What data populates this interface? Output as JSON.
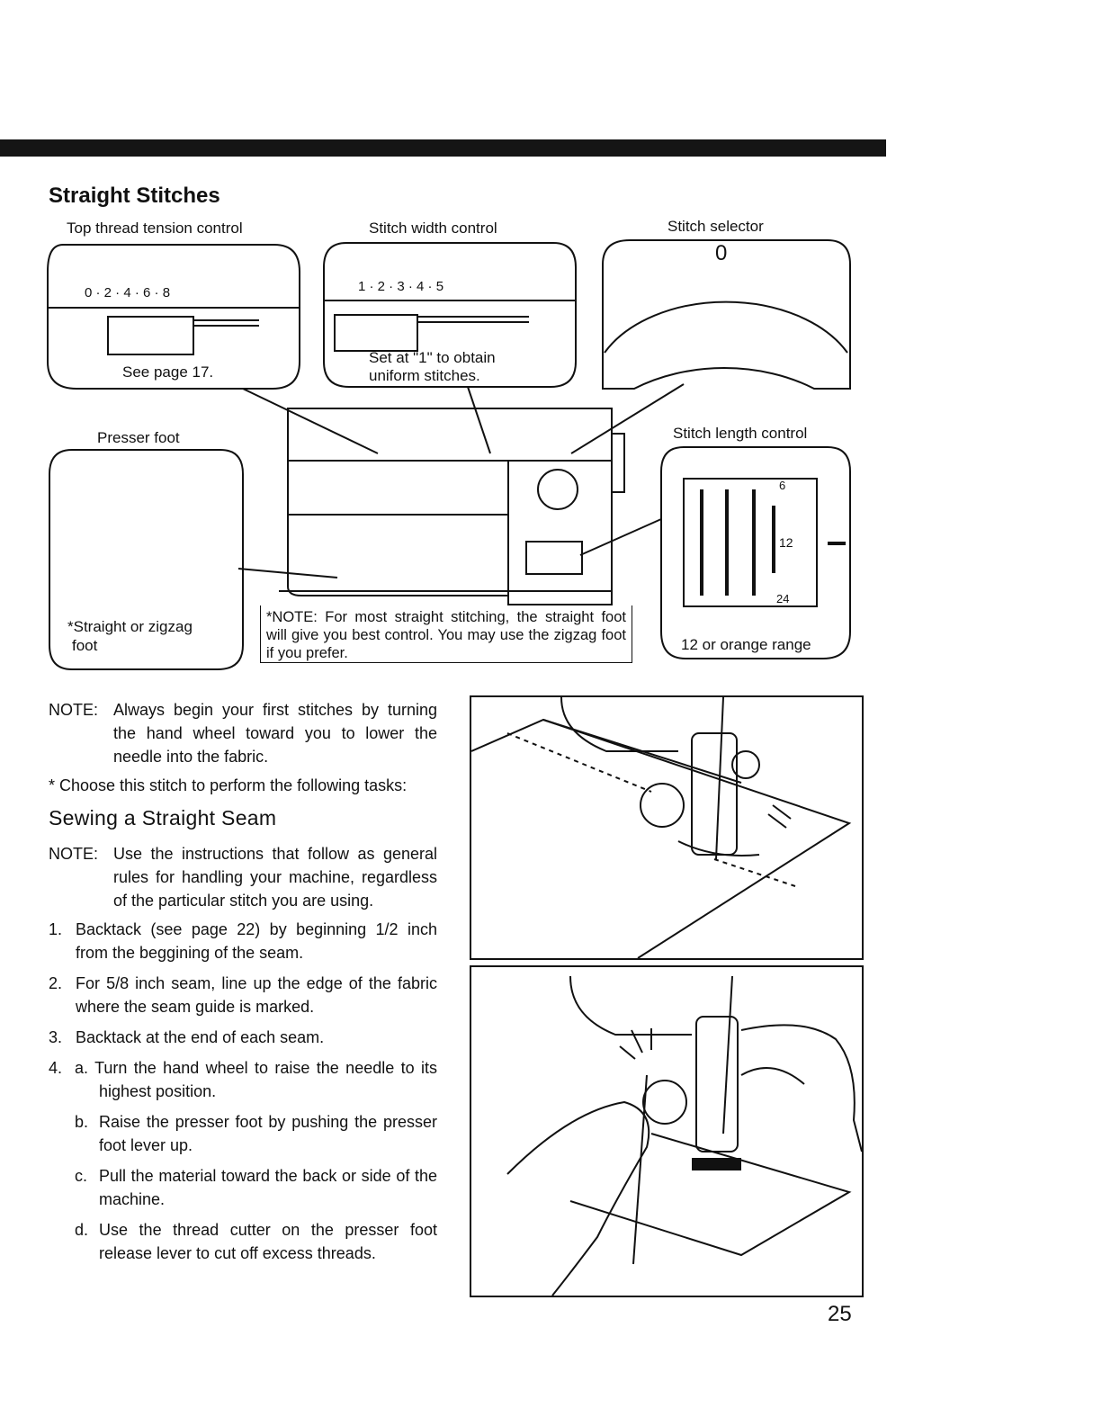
{
  "section_title": "Straight Stitches",
  "labels": {
    "tension": "Top thread tension control",
    "tension_scale": "0 · 2 · 4 · 6 · 8",
    "tension_note": "See page 17.",
    "width": "Stitch width control",
    "width_scale": "1 · 2 · 3 · 4 · 5",
    "width_note_1": "Set at \"1\" to obtain",
    "width_note_2": "uniform stitches.",
    "selector": "Stitch selector",
    "selector_mark": "0",
    "presser": "Presser foot",
    "presser_note_1": "*Straight or zigzag",
    "presser_note_2": "foot",
    "length": "Stitch length control",
    "length_n6": "6",
    "length_n12": "12",
    "length_n24": "24",
    "length_note": "12 or orange range"
  },
  "inline_note": "*NOTE:  For most straight stitching, the straight foot will give you best control. You may use the zigzag foot if you prefer.",
  "body": {
    "note1_label": "NOTE:",
    "note1_text": "Always begin your first stitches by turning the hand wheel toward you to lower the needle into the fabric.",
    "star_text": "* Choose this stitch to perform the following tasks:",
    "subheading": "Sewing a Straight Seam",
    "note2_label": "NOTE:",
    "note2_text": "Use the instructions that follow as general rules for handling your machine, regardless of the particular stitch you are using.",
    "steps": [
      {
        "num": "1.",
        "text": "Backtack (see page 22) by beginning 1/2 inch from the beggining of the seam."
      },
      {
        "num": "2.",
        "text": "For 5/8 inch seam, line up the edge of the fabric where the seam guide is marked."
      },
      {
        "num": "3.",
        "text": "Backtack at the end of each seam."
      },
      {
        "num": "4.",
        "text": "a. Turn the hand wheel to raise the needle to its highest position."
      }
    ],
    "substeps": [
      {
        "letter": "b.",
        "text": "Raise the presser foot by pushing the presser foot lever up."
      },
      {
        "letter": "c.",
        "text": "Pull the material toward the back or side of the machine."
      },
      {
        "letter": "d.",
        "text": "Use the thread cutter on the presser foot release lever to cut off excess threads."
      }
    ]
  },
  "page_number": "25"
}
